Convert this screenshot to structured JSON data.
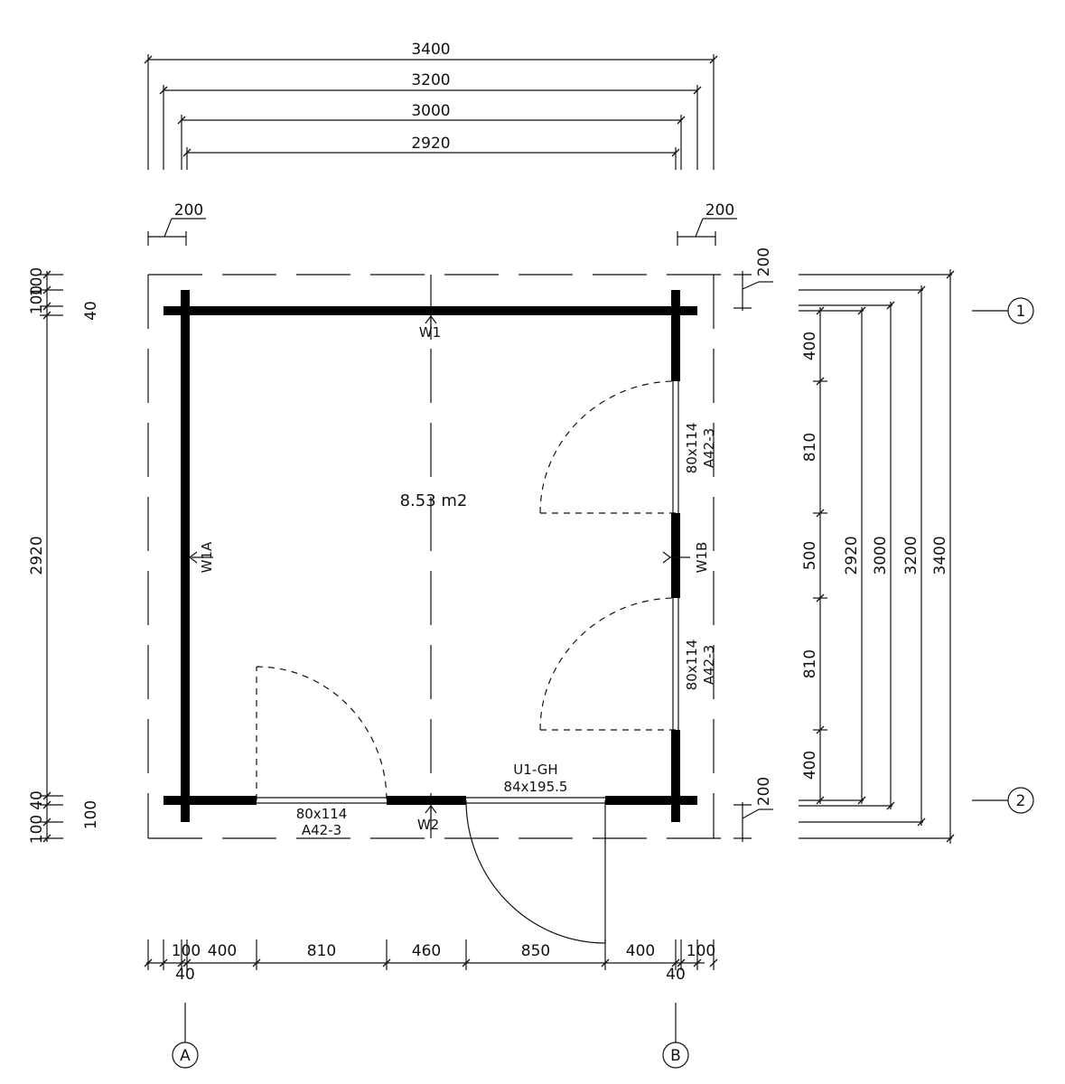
{
  "room": {
    "area": "8.53 m2"
  },
  "walls": {
    "w1": "W1",
    "w2": "W2",
    "wA": "W1A",
    "wB": "W1B"
  },
  "top_dims": [
    "3400",
    "3200",
    "3000",
    "2920"
  ],
  "top_side": {
    "left": "200",
    "right": "200"
  },
  "right_side": {
    "top": "200",
    "bottom": "200"
  },
  "left_dims": {
    "top_a": "100",
    "top_b": "100",
    "top_c": "40",
    "main": "2920",
    "bot_a": "100",
    "bot_b": "40",
    "bot_c": "100"
  },
  "right_dims": {
    "d400a": "400",
    "d810a": "810",
    "d500": "500",
    "d810b": "810",
    "d400b": "400",
    "d2920": "2920",
    "d3000": "3000",
    "d3200": "3200",
    "d3400": "3400"
  },
  "bottom_dims": {
    "b100l": "100",
    "b400l": "400",
    "b810": "810",
    "b460": "460",
    "b850": "850",
    "b400r": "400",
    "b100r": "100",
    "b40l": "40",
    "b40r": "40"
  },
  "windows": {
    "right_top": {
      "size": "80x114",
      "type": "A42-3"
    },
    "right_bottom": {
      "size": "80x114",
      "type": "A42-3"
    },
    "bottom": {
      "size": "80x114",
      "type": "A42-3"
    }
  },
  "door": {
    "type": "U1-GH",
    "size": "84x195.5"
  },
  "grid_axes": {
    "one": "1",
    "two": "2",
    "a": "A",
    "b": "B"
  }
}
